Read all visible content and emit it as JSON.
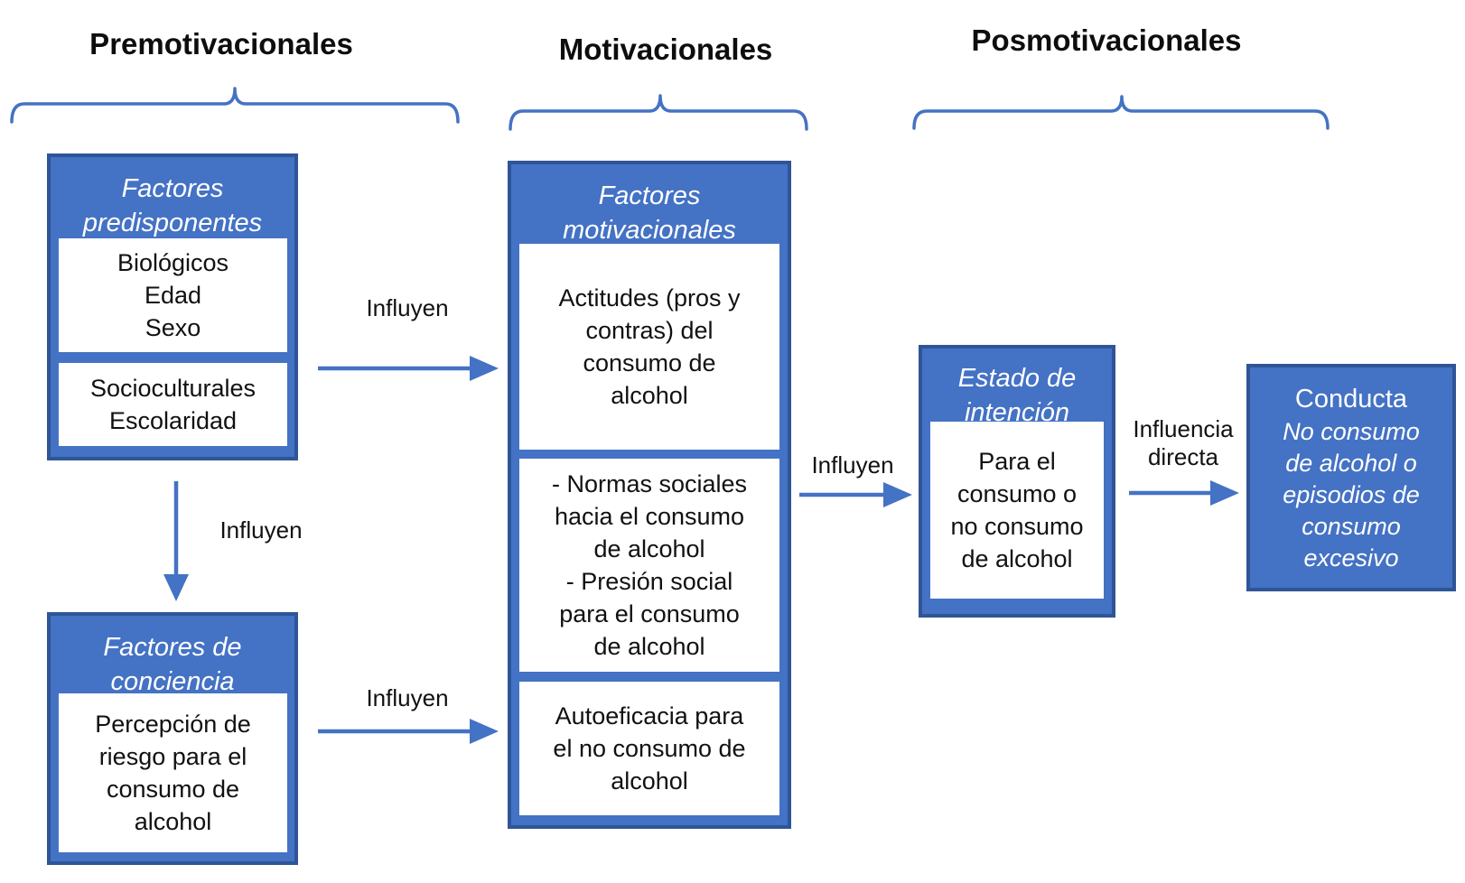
{
  "colors": {
    "box_fill": "#4472C4",
    "box_border": "#2F5597",
    "connector_blue": "#4472C4",
    "text_dark": "#111111",
    "text_light": "#FFFFFF"
  },
  "section_headers": [
    {
      "label": "Premotivacionales"
    },
    {
      "label": "Motivacionales"
    },
    {
      "label": "Posmotivacionales"
    }
  ],
  "boxes": {
    "predisponentes": {
      "title": "Factores\npredisponentes",
      "items": [
        "Biológicos\nEdad\nSexo",
        "Socioculturales\nEscolaridad"
      ]
    },
    "conciencia": {
      "title": "Factores de\nconciencia",
      "items": [
        "Percepción de\nriesgo para el\nconsumo de\nalcohol"
      ]
    },
    "motivacionales": {
      "title": "Factores\nmotivacionales",
      "items": [
        "Actitudes (pros y\ncontras) del\nconsumo de\nalcohol",
        "- Normas sociales\nhacia el consumo\nde alcohol\n- Presión social\npara el consumo\nde alcohol",
        "Autoeficacia para\nel no consumo de\nalcohol"
      ]
    },
    "intencion": {
      "title": "Estado de\nintención",
      "items": [
        "Para el\nconsumo o\nno consumo\nde alcohol"
      ]
    },
    "conducta": {
      "title": "Conducta",
      "subtitle": "No consumo\nde alcohol o\nepisodios de\nconsumo\nexcesivo"
    }
  },
  "arrows": {
    "predisponentes_to_motivacionales": {
      "label": "Influyen"
    },
    "predisponentes_to_conciencia": {
      "label": "Influyen"
    },
    "conciencia_to_motivacionales": {
      "label": "Influyen"
    },
    "motivacionales_to_intencion": {
      "label": "Influyen"
    },
    "intencion_to_conducta": {
      "label": "Influencia\ndirecta"
    }
  }
}
